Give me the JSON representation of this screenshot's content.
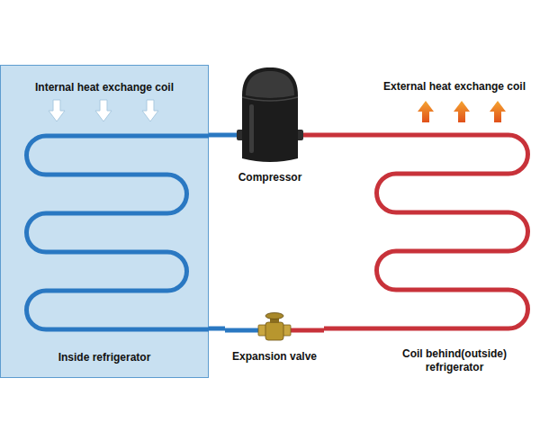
{
  "diagram": {
    "nodes": [
      {
        "text": [
          "Internal heat exchange coil",
          "Inside refrigerator"
        ]
      },
      {
        "text": [
          "Compressor"
        ]
      },
      {
        "text": [
          "Expansion valve"
        ]
      },
      {
        "text": [
          "External heat exchange coil",
          "Coil behind(outside) refrigerator"
        ]
      }
    ],
    "edges": [
      {
        "from": 0,
        "to": 1,
        "arrow": "none"
      },
      {
        "from": 1,
        "to": 3,
        "arrow": "none"
      },
      {
        "from": 3,
        "to": 2,
        "arrow": "none"
      },
      {
        "from": 2,
        "to": 0,
        "arrow": "none"
      }
    ]
  }
}
